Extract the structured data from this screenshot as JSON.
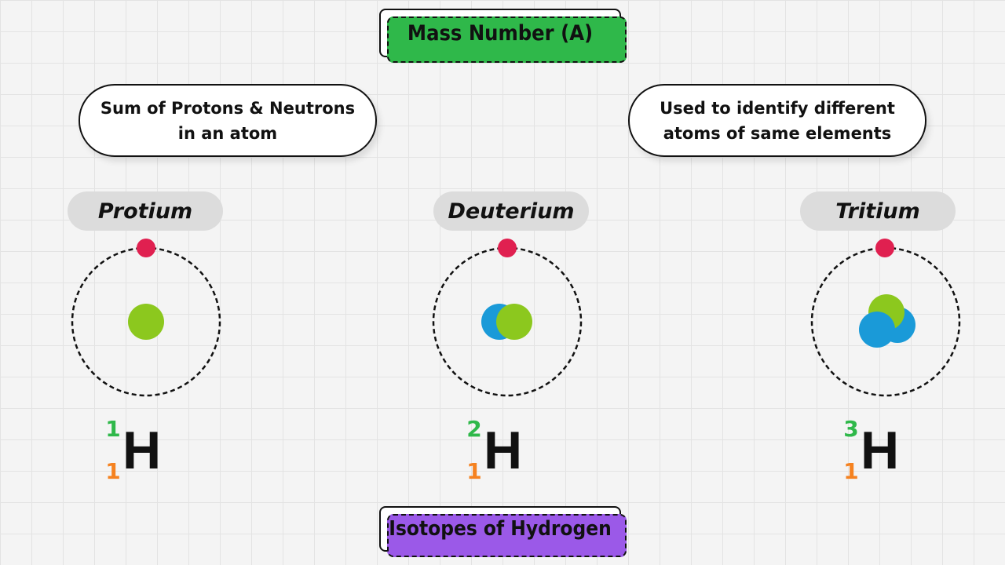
{
  "header": {
    "title": "Mass Number (A)"
  },
  "footer": {
    "title": "Isotopes of Hydrogen"
  },
  "bubbles": {
    "left": "Sum of Protons & Neutrons\nin an atom",
    "right": "Used to identify different\natoms of same elements"
  },
  "isotopes": [
    {
      "name": "Protium",
      "symbol": "H",
      "mass_number": "1",
      "atomic_number": "1",
      "protons": 1,
      "neutrons": 0,
      "electrons": 1
    },
    {
      "name": "Deuterium",
      "symbol": "H",
      "mass_number": "2",
      "atomic_number": "1",
      "protons": 1,
      "neutrons": 1,
      "electrons": 1
    },
    {
      "name": "Tritium",
      "symbol": "H",
      "mass_number": "3",
      "atomic_number": "1",
      "protons": 1,
      "neutrons": 2,
      "electrons": 1
    }
  ],
  "colors": {
    "proton": "#8cc81e",
    "neutron": "#1a9ad8",
    "electron": "#e02050",
    "mass_number": "#2fb84a",
    "atomic_number": "#f58220",
    "header_accent": "#2fb84a",
    "footer_accent": "#9b59e8"
  }
}
